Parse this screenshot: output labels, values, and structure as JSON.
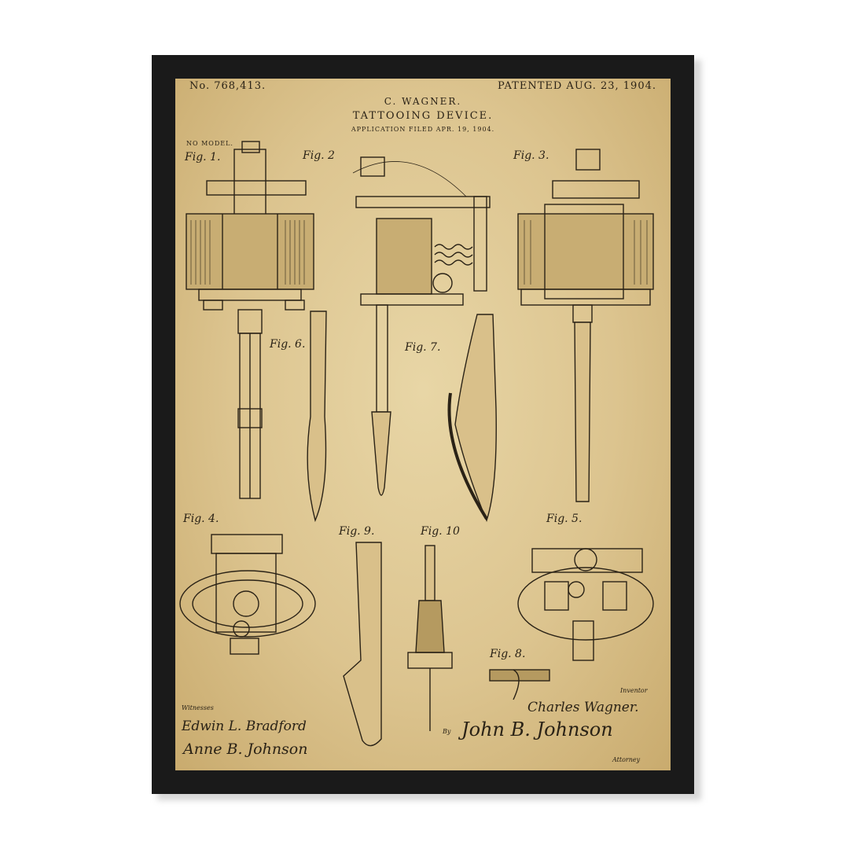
{
  "patent": {
    "number": "No. 768,413.",
    "patented": "PATENTED AUG. 23, 1904.",
    "inventor_header": "C. WAGNER.",
    "title": "TATTOOING DEVICE.",
    "filed": "APPLICATION FILED APR. 19, 1904.",
    "model": "NO MODEL."
  },
  "figures": [
    "Fig. 1.",
    "Fig. 2",
    "Fig. 3.",
    "Fig. 4.",
    "Fig. 5.",
    "Fig. 6.",
    "Fig. 7.",
    "Fig. 8.",
    "Fig. 9.",
    "Fig. 10"
  ],
  "signatures": {
    "witnesses_label": "Witnesses",
    "witness_1": "Edwin L. Bradford",
    "witness_2": "Anne B. Johnson",
    "inventor_label": "Inventor",
    "inventor": "Charles Wagner.",
    "by": "By",
    "attorney": "John B. Johnson",
    "attorney_label": "Attorney"
  },
  "colors": {
    "frame": "#1a1a1a",
    "paper": "#dcc48f",
    "ink": "#2a2216"
  }
}
